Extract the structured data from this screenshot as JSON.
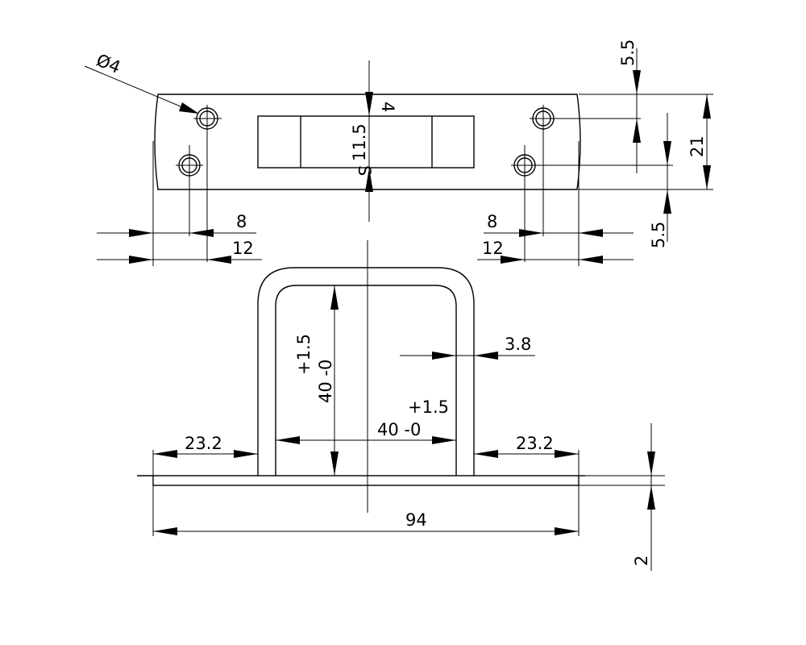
{
  "top_view": {
    "hole_diameter": "Ø4",
    "dim_8_left": "8",
    "dim_12_left": "12",
    "dim_8_right": "8",
    "dim_12_right": "12",
    "dim_5_5_top": "5.5",
    "dim_5_5_bottom": "5.5",
    "dim_21": "21",
    "dim_11_5": "11.5",
    "slot_mark_top": "4",
    "slot_mark_bottom": "S"
  },
  "front_view": {
    "height_tol": "+1.5",
    "height_nom": "40 -0",
    "width_tol": "+1.5",
    "width_nom": "40 -0",
    "wire_thickness": "3.8",
    "left_offset": "23.2",
    "right_offset": "23.2",
    "overall_length": "94",
    "plate_thickness": "2"
  },
  "colors": {
    "ink": "#000000",
    "paper": "#ffffff"
  }
}
